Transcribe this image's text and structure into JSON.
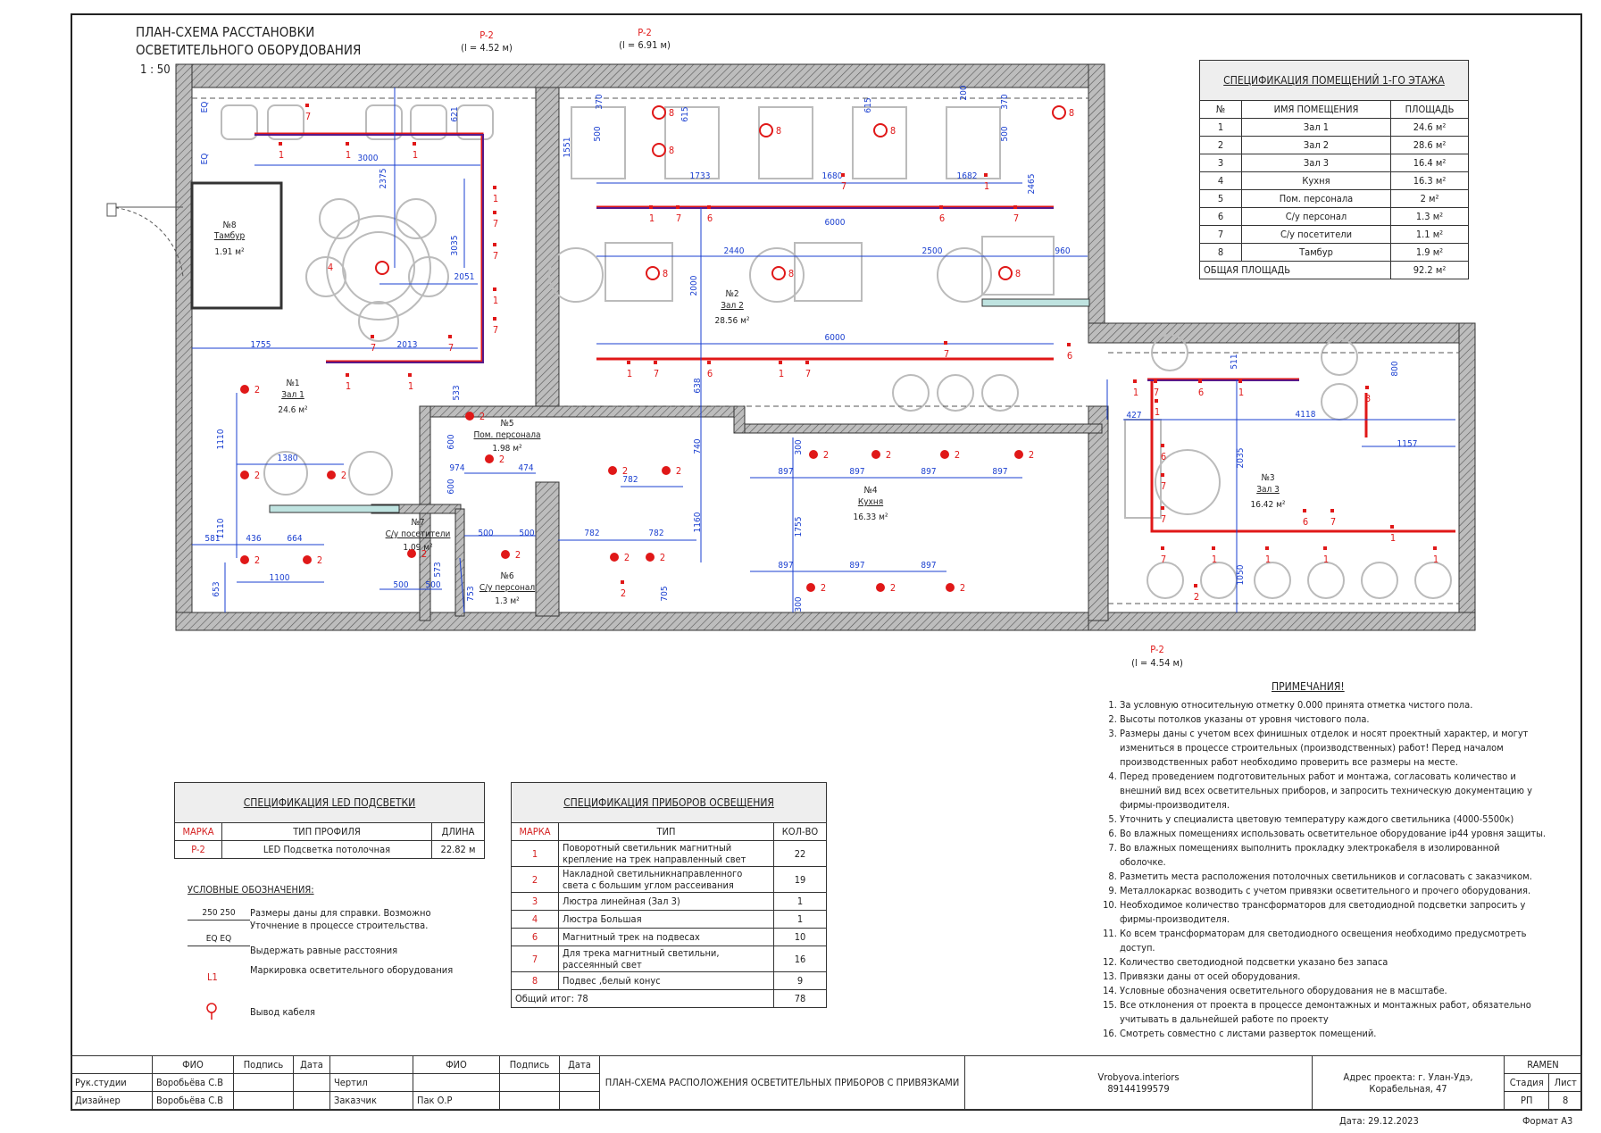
{
  "drawing_title": "ПЛАН-СХЕМА РАССТАНОВКИ ОСВЕТИТЕЛЬНОГО ОБОРУДОВАНИЯ",
  "scale": "1 : 50",
  "led_callouts": [
    {
      "mark": "P-2",
      "length": "(l = 4.52 м)"
    },
    {
      "mark": "P-2",
      "length": "(l = 6.91 м)"
    },
    {
      "mark": "P-2",
      "length": "(l = 4.54 м)"
    }
  ],
  "rooms": [
    {
      "num": "№1",
      "name": "Зал 1",
      "area": "24.6 м²"
    },
    {
      "num": "№2",
      "name": "Зал 2",
      "area": "28.56 м²"
    },
    {
      "num": "№3",
      "name": "Зал 3",
      "area": "16.42 м²"
    },
    {
      "num": "№4",
      "name": "Кухня",
      "area": "16.33 м²"
    },
    {
      "num": "№5",
      "name": "Пом. персонала",
      "area": "1.98 м²"
    },
    {
      "num": "№6",
      "name": "С/у персонал",
      "area": "1.3 м²"
    },
    {
      "num": "№7",
      "name": "С/у посетители",
      "area": "1.09 м²"
    },
    {
      "num": "№8",
      "name": "Тамбур",
      "area": "1.91 м²"
    }
  ],
  "dims": [
    "EQ",
    "EQ",
    "3000",
    "2375",
    "3035",
    "2051",
    "1755",
    "2013",
    "533",
    "1110",
    "1380",
    "1110",
    "581",
    "436",
    "664",
    "1100",
    "653",
    "621",
    "370",
    "500",
    "1551",
    "1733",
    "1680",
    "1682",
    "615",
    "615",
    "200",
    "370",
    "500",
    "2465",
    "6000",
    "2440",
    "2500",
    "960",
    "2000",
    "6000",
    "638",
    "740",
    "1160",
    "600",
    "600",
    "974",
    "474",
    "500",
    "500",
    "573",
    "500",
    "500",
    "753",
    "782",
    "782",
    "782",
    "705",
    "300",
    "897",
    "897",
    "897",
    "897",
    "1755",
    "897",
    "897",
    "897",
    "300",
    "511",
    "800",
    "427",
    "4118",
    "1157",
    "2035",
    "1050"
  ],
  "marks": [
    "1",
    "7",
    "1",
    "1",
    "1",
    "7",
    "7",
    "1",
    "7",
    "7",
    "7",
    "1",
    "1",
    "4",
    "2",
    "2",
    "2",
    "2",
    "2",
    "2",
    "8",
    "8",
    "8",
    "8",
    "1",
    "7",
    "6",
    "6",
    "7",
    "7",
    "1",
    "8",
    "8",
    "8",
    "8",
    "1",
    "7",
    "6",
    "1",
    "7",
    "7",
    "6",
    "2",
    "2",
    "2",
    "2",
    "2",
    "2",
    "2",
    "2",
    "2",
    "2",
    "2",
    "2",
    "2",
    "2",
    "2",
    "2",
    "1",
    "7",
    "6",
    "1",
    "1",
    "3",
    "6",
    "7",
    "7",
    "6",
    "7",
    "7",
    "1",
    "1",
    "1",
    "1",
    "1",
    "1"
  ],
  "room_spec": {
    "title": "СПЕЦИФИКАЦИЯ ПОМЕЩЕНИЙ 1-ГО ЭТАЖА",
    "headers": [
      "№",
      "ИМЯ ПОМЕЩЕНИЯ",
      "ПЛОЩАДЬ"
    ],
    "rows": [
      [
        "1",
        "Зал 1",
        "24.6 м²"
      ],
      [
        "2",
        "Зал 2",
        "28.6 м²"
      ],
      [
        "3",
        "Зал 3",
        "16.4 м²"
      ],
      [
        "4",
        "Кухня",
        "16.3 м²"
      ],
      [
        "5",
        "Пом. персонала",
        "2 м²"
      ],
      [
        "6",
        "С/у персонал",
        "1.3 м²"
      ],
      [
        "7",
        "С/у посетители",
        "1.1 м²"
      ],
      [
        "8",
        "Тамбур",
        "1.9 м²"
      ]
    ],
    "total_label": "ОБЩАЯ ПЛОЩАДЬ",
    "total_value": "92.2 м²"
  },
  "led_spec": {
    "title": "СПЕЦИФИКАЦИЯ LED ПОДСВЕТКИ",
    "headers": [
      "МАРКА",
      "ТИП ПРОФИЛЯ",
      "ДЛИНА"
    ],
    "rows": [
      [
        "P-2",
        "LED Подсветка потолочная",
        "22.82 м"
      ]
    ]
  },
  "fixture_spec": {
    "title": "СПЕЦИФИКАЦИЯ ПРИБОРОВ ОСВЕЩЕНИЯ",
    "headers": [
      "МАРКА",
      "ТИП",
      "КОЛ-ВО"
    ],
    "rows": [
      [
        "1",
        "Поворотный светильник магнитный крепление на трек направленный свет",
        "22"
      ],
      [
        "2",
        "Накладной светильникнаправленного света с большим углом рассеивания",
        "19"
      ],
      [
        "3",
        "Люстра линейная (Зал 3)",
        "1"
      ],
      [
        "4",
        "Люстра Большая",
        "1"
      ],
      [
        "6",
        "Магнитный трек на подвесах",
        "10"
      ],
      [
        "7",
        "Для трека магнитный светильни, рассеянный свет",
        "16"
      ],
      [
        "8",
        "Подвес ,белый конус",
        "9"
      ]
    ],
    "total_label": "Общий итог: 78",
    "total_value": "78"
  },
  "legend": {
    "title": "УСЛОВНЫЕ ОБОЗНАЧЕНИЯ:",
    "items": [
      {
        "symbol_text": "250  250",
        "text": "Размеры даны для справки. Возможно Уточнение в процессе строительства."
      },
      {
        "symbol_text": "EQ  EQ",
        "text": "Выдержать равные расстояния"
      },
      {
        "symbol_text": "L1",
        "text": "Маркировка осветительного оборудования"
      },
      {
        "symbol_text": "",
        "text": "Вывод кабеля"
      }
    ]
  },
  "notes": {
    "title": "ПРИМЕЧАНИЯ!",
    "items": [
      "За условную относительную отметку 0.000 принята отметка чистого пола.",
      "Высоты потолков указаны от уровня чистового пола.",
      "Размеры даны с учетом всех финишных отделок и носят проектный характер, и могут измениться в процессе строительных (производственных) работ! Перед началом производственных работ необходимо проверить все размеры на месте.",
      "Перед проведением подготовительных работ и монтажа, согласовать количество и внешний вид всех осветительных приборов, и запросить техническую документацию у фирмы-производителя.",
      "Уточнить у специалиста цветовую температуру каждого светильника (4000-5500к)",
      "Во влажных помещениях использовать осветительное оборудование ip44 уровня защиты.",
      "Во влажных помещениях выполнить прокладку электрокабеля в изолированной оболочке.",
      "Разметить места расположения потолочных светильников и согласовать с заказчиком.",
      "Металлокаркас возводить с учетом привязки осветительного и прочего оборудования.",
      "Необходимое количество трансформаторов для светодиодной подсветки запросить у фирмы-производителя.",
      "Ко всем трансформаторам для светодиодного освещения необходимо предусмотреть доступ.",
      "Количество светодиодной подсветки указано без запаса",
      "Привязки даны от осей оборудования.",
      "Условные обозначения осветительного оборудования не в масштабе.",
      "Все отклонения от проекта в процессе демонтажных и монтажных работ, обязательно учитывать в дальнейшей работе по проекту",
      "Смотреть совместно с листами разверток помещений."
    ]
  },
  "stamp": {
    "col_fio": "ФИО",
    "col_sign": "Подпись",
    "col_date": "Дата",
    "r1_role": "Рук.студии",
    "r1_name": "Воробьёва С.В",
    "r2_role": "Дизайнер",
    "r2_name": "Воробьёва С.В",
    "r3_role": "Чертил",
    "r3_name": "",
    "r4_role": "Заказчик",
    "r4_name": "Пак О.Р",
    "sheet_title": "ПЛАН-СХЕМА РАСПОЛОЖЕНИЯ ОСВЕТИТЕЛЬНЫХ ПРИБОРОВ С ПРИВЯЗКАМИ",
    "studio": "Vrobyova.interiors",
    "phone": "89144199579",
    "address": "Адрес проекта: г. Улан-Удэ, Корабельная, 47",
    "project": "RAMEN",
    "stage_label": "Стадия",
    "stage_value": "РП",
    "sheet_label": "Лист",
    "sheet_value": "8",
    "date": "Дата: 29.12.2023",
    "format": "Формат А3"
  },
  "colors": {
    "wall": "#444444",
    "dim": "#1a3fd0",
    "led": "#e01818",
    "track": "#5a1a8a",
    "fixture": "#e01818"
  }
}
